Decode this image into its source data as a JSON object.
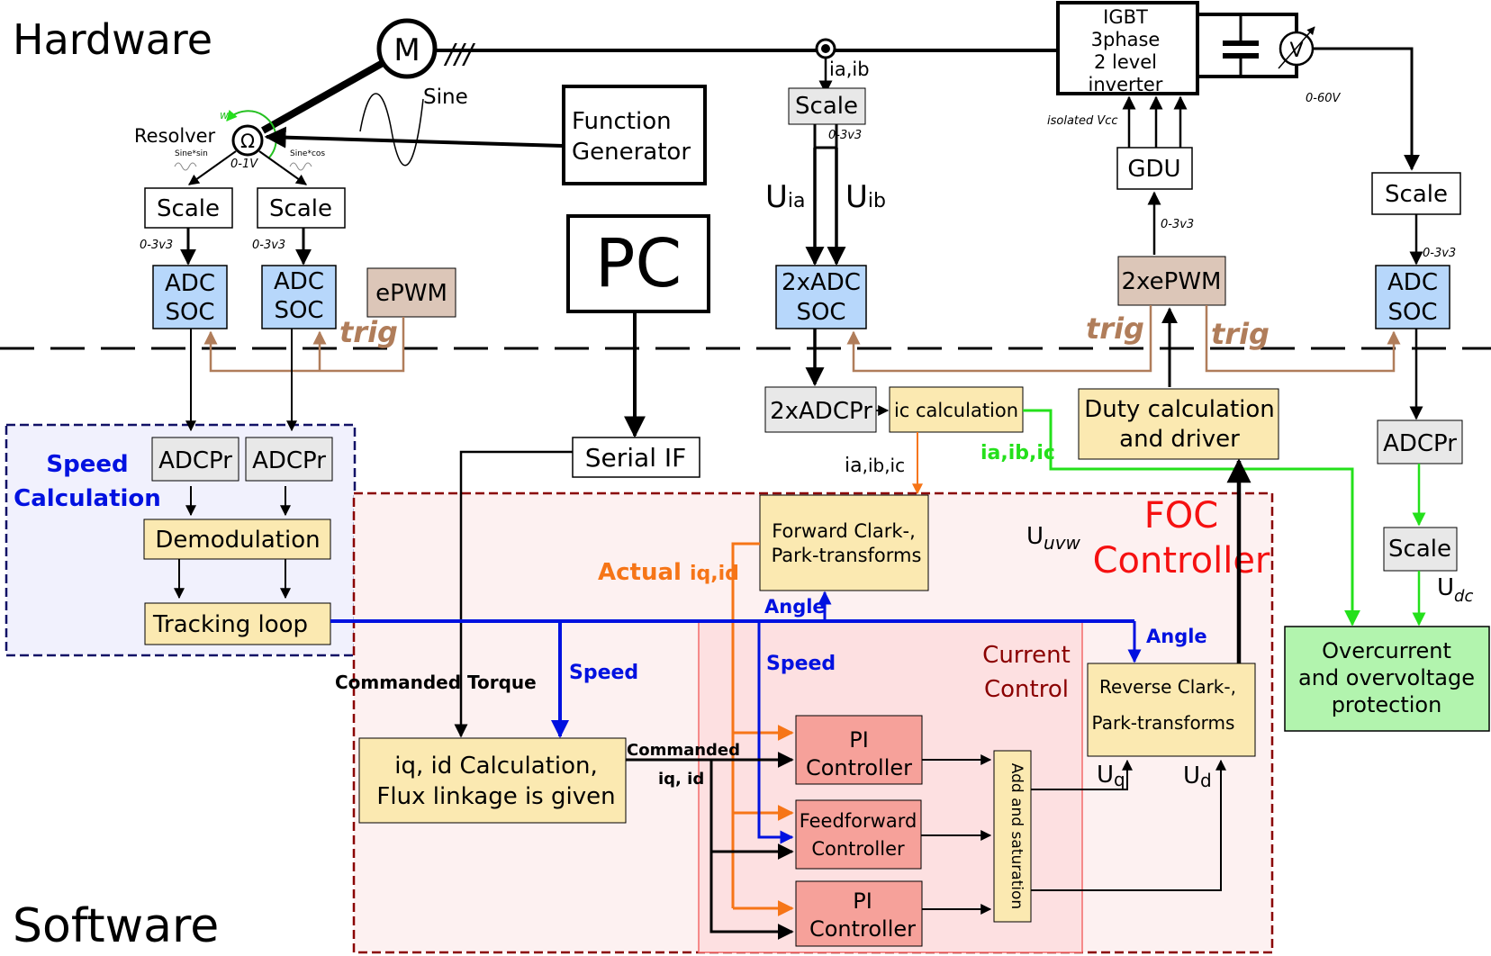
{
  "sections": {
    "hardware": "Hardware",
    "software": "Software"
  },
  "motor": {
    "label": "M",
    "phase_mark": "///"
  },
  "resolver": {
    "label": "Resolver",
    "symbol": "Ω",
    "w": "w",
    "sine_sin": "Sine*sin",
    "sine_cos": "Sine*cos",
    "range": "0-1V"
  },
  "sine_label": "Sine",
  "function_generator": {
    "line1": "Function",
    "line2": "Generator"
  },
  "pc": "PC",
  "serial_if": "Serial IF",
  "scales": {
    "resolver_a": "Scale",
    "resolver_b": "Scale",
    "current": "Scale",
    "voltage": "Scale",
    "udc": "Scale"
  },
  "ranges": {
    "r1": "0-3v3",
    "r2": "0-3v3",
    "current": "0-3v3",
    "gdu": "0-3v3",
    "voltage": "0-3v3",
    "dc_link": "0-60V"
  },
  "adc_soc_a": {
    "l1": "ADC",
    "l2": "SOC"
  },
  "adc_soc_b": {
    "l1": "ADC",
    "l2": "SOC"
  },
  "adc_soc_c": {
    "l1": "2xADC",
    "l2": "SOC"
  },
  "adc_soc_d": {
    "l1": "ADC",
    "l2": "SOC"
  },
  "epwm": "ePWM",
  "xepwm": "2xePWM",
  "trig": {
    "t1": "trig",
    "t2": "trig",
    "t3": "trig"
  },
  "current_sense": {
    "ia_ib": "ia,ib",
    "u_a": "U",
    "u_a_sub": "ia",
    "u_b": "U",
    "u_b_sub": "ib"
  },
  "inverter": {
    "l1": "IGBT",
    "l2": "3phase",
    "l3": "2 level",
    "l4": "inverter"
  },
  "isolated_vcc": "isolated Vcc",
  "gdu": "GDU",
  "voltmeter": "V",
  "adcpr": {
    "speed1": "ADCPr",
    "speed2": "ADCPr",
    "current": "2xADCPr",
    "voltage": "ADCPr"
  },
  "ic_calc": "ic calculation",
  "duty": {
    "l1": "Duty calculation",
    "l2": "and driver"
  },
  "speed_calc": {
    "l1": "Speed",
    "l2": "Calculation"
  },
  "demodulation": "Demodulation",
  "tracking_loop": "Tracking loop",
  "foc": {
    "l1": "FOC",
    "l2": "Controller"
  },
  "uuvw": {
    "u": "U",
    "sub": "uvw"
  },
  "ia_ib_ic_a": {
    "pre": "ia",
    "mid": ",ib",
    "post": ",ic"
  },
  "ia_ib_ic_b": "ia,ib,ic",
  "forward_clark": {
    "l1": "Forward Clark-,",
    "l2": "Park-transforms"
  },
  "actual": {
    "pre": "Actual ",
    "iq": "iq,id"
  },
  "angle": {
    "a1": "Angle",
    "a2": "Angle"
  },
  "speed_lbl": {
    "s1": "Speed",
    "s2": "Speed"
  },
  "commanded_torque": "Commanded Torque",
  "commanded_iq": {
    "l1": "Commanded",
    "l2": "iq, id"
  },
  "iq_calc": {
    "l1": "iq, id Calculation,",
    "l2": "Flux linkage is given"
  },
  "current_control": {
    "l1": "Current",
    "l2": "Control"
  },
  "pi1": {
    "l1": "PI",
    "l2": "Controller"
  },
  "ff": {
    "l1": "Feedforward",
    "l2": "Controller"
  },
  "pi2": {
    "l1": "PI",
    "l2": "Controller"
  },
  "add_sat": "Add and saturation",
  "reverse_clark": {
    "l1": "Reverse Clark-,",
    "l2": "Park-transforms"
  },
  "uq": {
    "u": "U",
    "sub": "q"
  },
  "ud": {
    "u": "U",
    "sub": "d"
  },
  "udc": {
    "u": "U",
    "sub": "dc"
  },
  "protection": {
    "l1": "Overcurrent",
    "l2": "and overvoltage",
    "l3": "protection"
  },
  "colors": {
    "adc": "#b7d7fb",
    "pwm": "#dcc6b8",
    "logic": "#fbe9b1",
    "pi": "#f6a19a",
    "green": "#b2f4ae",
    "trig": "#b07d5a",
    "blue": "#0011e0",
    "orange": "#f67517",
    "lime": "#24e01b",
    "red": "#f51111",
    "darkred": "#8a0000"
  }
}
